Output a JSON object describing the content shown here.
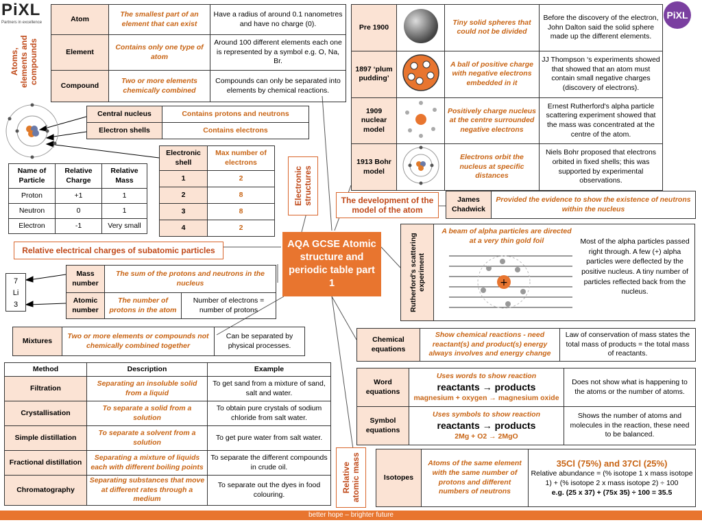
{
  "logo": {
    "left_text": "PiXL",
    "left_tag": "Partners in excellence",
    "right_text": "PiXL"
  },
  "center_title": "AQA GCSE Atomic structure and periodic table part 1",
  "footer": "better hope – brighter future",
  "side_labels": {
    "atoms": "Atoms, elements and compounds",
    "electronic": "Electronic structures",
    "relative_mass": "Relative atomic mass",
    "rutherford": "Rutherford's scattering experiment"
  },
  "aec": [
    {
      "term": "Atom",
      "def": "The smallest part of an element that can exist",
      "note": "Have a radius of around 0.1 nanometres and have no charge (0)."
    },
    {
      "term": "Element",
      "def": "Contains only one type of atom",
      "note": "Around 100 different elements each one is represented by a symbol e.g. O, Na, Br."
    },
    {
      "term": "Compound",
      "def": "Two or more elements chemically combined",
      "note": "Compounds can only be separated into elements by chemical reactions."
    }
  ],
  "atom_parts": [
    {
      "term": "Central nucleus",
      "def": "Contains protons and neutrons"
    },
    {
      "term": "Electron shells",
      "def": "Contains electrons"
    }
  ],
  "shells": {
    "headers": [
      "Electronic shell",
      "Max number of electrons"
    ],
    "rows": [
      [
        "1",
        "2"
      ],
      [
        "2",
        "8"
      ],
      [
        "3",
        "8"
      ],
      [
        "4",
        "2"
      ]
    ]
  },
  "particles": {
    "headers": [
      "Name of Particle",
      "Relative Charge",
      "Relative Mass"
    ],
    "rows": [
      [
        "Proton",
        "+1",
        "1"
      ],
      [
        "Neutron",
        "0",
        "1"
      ],
      [
        "Electron",
        "-1",
        "Very small"
      ]
    ]
  },
  "rel_charges_title": "Relative electrical charges of subatomic particles",
  "numbers": {
    "lithium": [
      "7",
      "Li",
      "3"
    ],
    "rows": [
      {
        "term": "Mass number",
        "def": "The sum of the protons and neutrons in the nucleus",
        "note": ""
      },
      {
        "term": "Atomic number",
        "def": "The number of protons in the atom",
        "note": "Number of electrons = number of protons"
      }
    ]
  },
  "mixtures": {
    "term": "Mixtures",
    "def": "Two or more elements or compounds not chemically combined together",
    "note": "Can be separated by physical processes."
  },
  "methods": {
    "headers": [
      "Method",
      "Description",
      "Example"
    ],
    "rows": [
      [
        "Filtration",
        "Separating an insoluble solid from a liquid",
        "To get sand from a mixture of sand, salt and water."
      ],
      [
        "Crystallisation",
        "To separate a solid from a solution",
        "To obtain pure crystals of sodium chloride from salt water."
      ],
      [
        "Simple distillation",
        "To separate a solvent from a solution",
        "To get pure water from salt water."
      ],
      [
        "Fractional distillation",
        "Separating a mixture of liquids each with different boiling points",
        "To separate the different compounds in crude oil."
      ],
      [
        "Chromatography",
        "Separating substances that move at different rates through a medium",
        "To separate out the dyes in food colouring."
      ]
    ]
  },
  "models": [
    {
      "name": "Pre 1900",
      "desc": "Tiny solid spheres that could not be divided",
      "note": "Before the discovery of the electron, John Dalton said the solid sphere made up the different elements."
    },
    {
      "name": "1897 ‘plum pudding’",
      "desc": "A ball of positive charge with negative electrons embedded in it",
      "note": "JJ Thompson ‘s experiments showed that showed that an atom must contain small negative charges (discovery of electrons)."
    },
    {
      "name": "1909 nuclear model",
      "desc": "Positively charge nucleus at the centre surrounded negative electrons",
      "note": "Ernest Rutherford's alpha particle scattering experiment showed that the mass was concentrated at the centre of the atom."
    },
    {
      "name": "1913 Bohr model",
      "desc": "Electrons orbit the nucleus at specific distances",
      "note": "Niels Bohr proposed that electrons orbited in fixed shells; this was supported by experimental observations."
    }
  ],
  "dev_title": "The development of the model of the atom",
  "chadwick": {
    "name": "James Chadwick",
    "desc": "Provided the evidence to show the existence of neutrons within the nucleus"
  },
  "rutherford": {
    "beam": "A beam of alpha particles are directed at a very thin gold foil",
    "result": "Most of the alpha particles passed right through. A few (+) alpha particles were deflected by the positive nucleus. A tiny number of particles reflected back from the nucleus."
  },
  "chem_eq": {
    "term": "Chemical equations",
    "def": "Show chemical reactions - need reactant(s) and product(s) energy always involves and energy change",
    "note": "Law of conservation of mass states the total mass of products = the total mass of reactants."
  },
  "word_eq": {
    "term": "Word equations",
    "top": "Uses words to show reaction",
    "main": "reactants → products",
    "example": "magnesium + oxygen → magnesium oxide",
    "note": "Does not show what is happening to the atoms or the number of atoms."
  },
  "symbol_eq": {
    "term": "Symbol equations",
    "top": "Uses symbols to show reaction",
    "main": "reactants → products",
    "example": "2Mg + O2 → 2MgO",
    "note": "Shows the number of atoms and molecules in the reaction, these need to be balanced."
  },
  "isotopes": {
    "term": "Isotopes",
    "def": "Atoms of the same element with the same number of protons and different numbers of neutrons",
    "heading": "35Cl (75%) and 37Cl (25%)",
    "formula": "Relative abundance = (% isotope 1 x mass isotope 1) + (% isotope 2 x mass isotope 2) ÷ 100",
    "example": "e.g. (25 x 37) + (75x 35) ÷ 100 = 35.5"
  },
  "colors": {
    "accent": "#c86414",
    "key_fill": "#fbe3d4",
    "footer": "#e8752f",
    "title_fill": "#e8752f"
  }
}
